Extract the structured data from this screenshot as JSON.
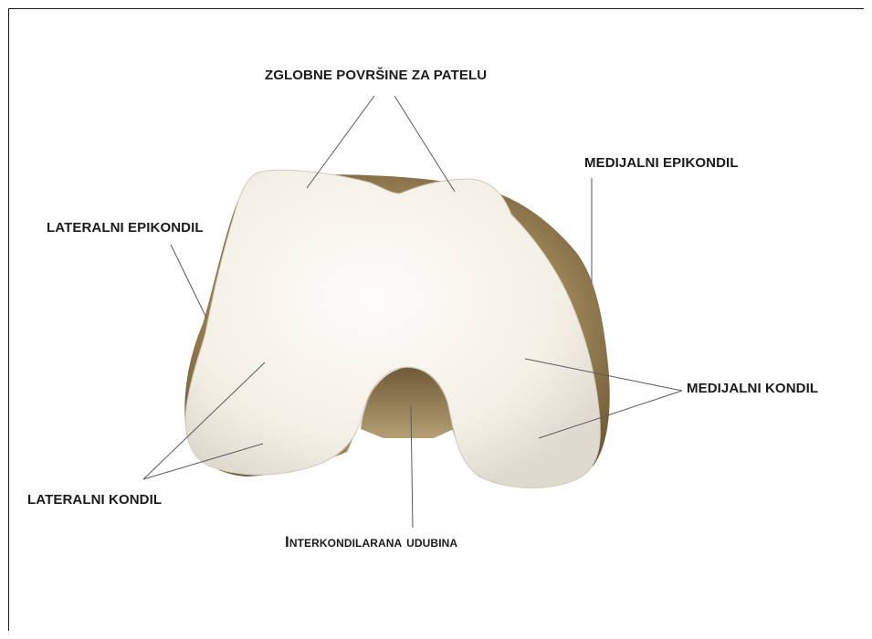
{
  "labels": {
    "patellar_surfaces": "ZGLOBNE POVRŠINE ZA PATELU",
    "medial_epicondyle": "MEDIJALNI EPIKONDIL",
    "lateral_epicondyle": "LATERALNI EPIKONDIL",
    "medial_condyle": "MEDIJALNI KONDIL",
    "lateral_condyle": "LATERALNI KONDIL",
    "intercondylar_notch": "Interkondilarana udubina"
  },
  "colors": {
    "cartilage": "#f6f4ee",
    "bone": "#b7a27a",
    "bone_dark": "#7f6a45",
    "leader": "#5a5a5a",
    "text": "#1b1b1b"
  }
}
